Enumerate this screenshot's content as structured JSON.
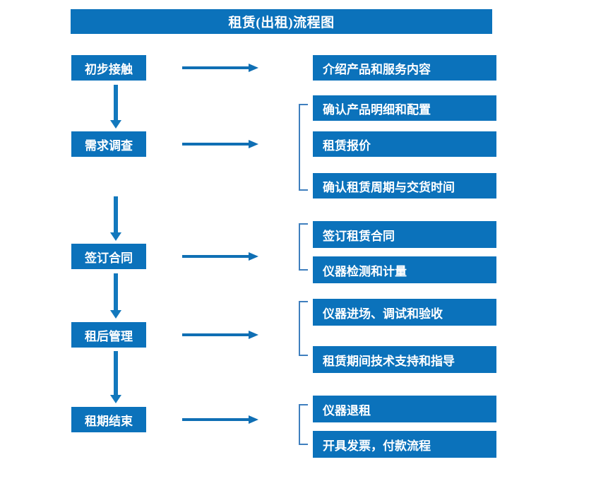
{
  "diagram": {
    "title": "租赁(出租)流程图",
    "accent_color": "#0b72bb",
    "arrow_color": "#0f6fb4",
    "bracket_color": "#3f7fbe",
    "text_color": "#ffffff",
    "background_color": "#ffffff",
    "type": "flowchart",
    "stages": [
      {
        "id": "stage-1",
        "label": "初步接触",
        "details": [
          "介绍产品和服务内容"
        ],
        "has_bracket": false
      },
      {
        "id": "stage-2",
        "label": "需求调查",
        "details": [
          "确认产品明细和配置",
          "租赁报价",
          "确认租赁周期与交货时间"
        ],
        "has_bracket": true
      },
      {
        "id": "stage-3",
        "label": "签订合同",
        "details": [
          "签订租赁合同",
          "仪器检测和计量"
        ],
        "has_bracket": true
      },
      {
        "id": "stage-4",
        "label": "租后管理",
        "details": [
          "仪器进场、调试和验收",
          "租赁期间技术支持和指导"
        ],
        "has_bracket": true
      },
      {
        "id": "stage-5",
        "label": "租期结束",
        "details": [
          "仪器退租",
          "开具发票，付款流程"
        ],
        "has_bracket": true
      }
    ],
    "details_flat": [
      "介绍产品和服务内容",
      "确认产品明细和配置",
      "租赁报价",
      "确认租赁周期与交货时间",
      "签订租赁合同",
      "仪器检测和计量",
      "仪器进场、调试和验收",
      "租赁期间技术支持和指导",
      "仪器退租",
      "开具发票，付款流程"
    ]
  }
}
